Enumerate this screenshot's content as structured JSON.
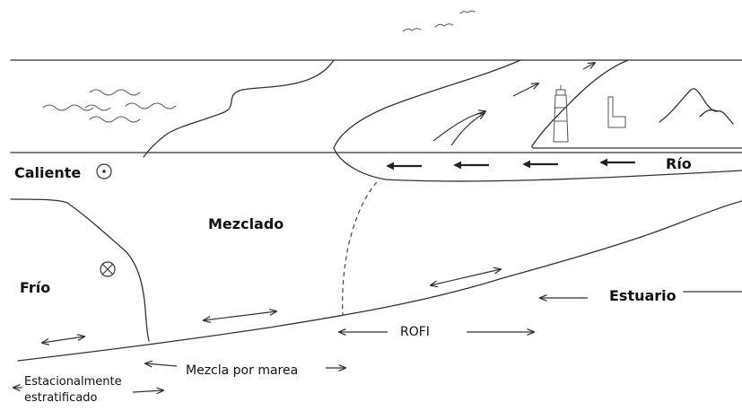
{
  "labels": {
    "caliente": "Caliente",
    "mezclado": "Mezclado",
    "frio": "Frío",
    "rio": "Río",
    "estuario": "Estuario",
    "rofi": "ROFI",
    "mezcla_por_marea": "Mezcla por marea",
    "estacionalmente_line1": "Estacionalmente",
    "estacionalmente_line2": "estratificado"
  },
  "icons": {
    "out_of_page": "circle-dot-icon",
    "into_page": "circle-cross-icon",
    "lighthouse": "lighthouse-icon",
    "factory": "factory-icon",
    "mountain": "mountain-icon",
    "birds": "birds-icon",
    "waves": "waves-icon"
  }
}
